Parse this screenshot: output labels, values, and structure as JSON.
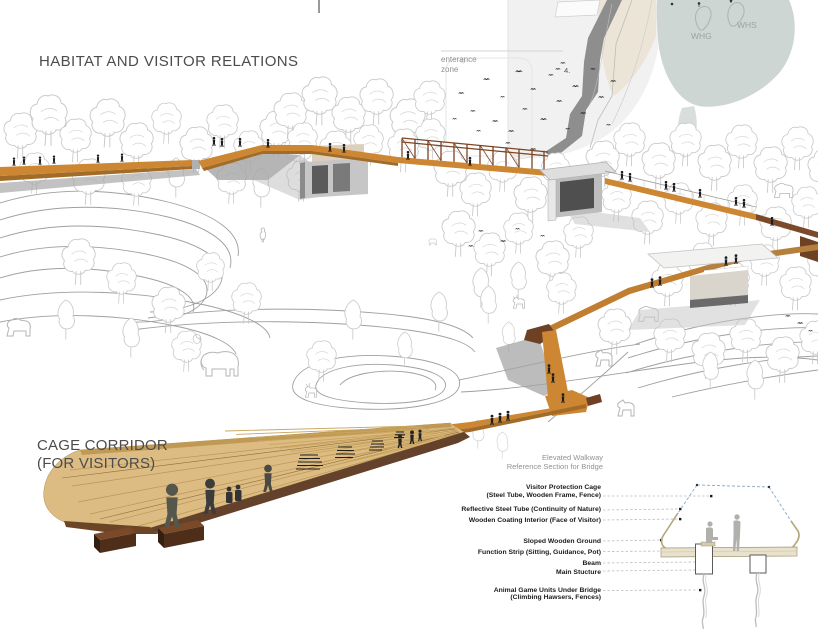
{
  "title": "HABITAT AND VISITOR RELATIONS",
  "cage_label": {
    "line1": "CAGE CORRIDOR",
    "line2": "(FOR VISITORS)"
  },
  "plan": {
    "entrance_line1": "enterance",
    "entrance_line2": "zone",
    "marker": "4.",
    "zone_left": "WHG",
    "zone_right": "WHS"
  },
  "section": {
    "heading1": "Elevated Walkway",
    "heading2": "Reference Section for Bridge",
    "labels": [
      {
        "main": "Visitor Protection Cage",
        "sub": "(Steel Tube, Wooden Frame, Fence)"
      },
      {
        "main": "Reflective Steel Tube (Continuity of Nature)"
      },
      {
        "main": "Wooden Coating Interior (Face of Visitor)"
      },
      {
        "main": "Sloped Wooden Ground"
      },
      {
        "main": "Function Strip (Sitting, Guidance, Pot)"
      },
      {
        "main": "Beam"
      },
      {
        "main": "Main Stucture"
      },
      {
        "main": "Animal Game Units Under Bridge",
        "sub": "(Climbing Hawsers, Fences)"
      }
    ]
  },
  "colors": {
    "walkway_orange": "#cd8733",
    "walkway_edge": "#a26c28",
    "corten_brown": "#6e4124",
    "wood_deck": "#dcbc82",
    "wood_dark": "#5f3c22",
    "tree_outline": "#c9c9c9",
    "contour_gray": "#8f8f8f",
    "sage_zone": "#cdd6d2",
    "beige_zone": "#eae2d2",
    "plan_gray": "#ededed",
    "road_gray": "#8e8e8e",
    "section_blue": "#8fb0cf",
    "section_tan": "#b3a678",
    "figure_gray": "#b2b0ad",
    "label_black": "#1b1b1b",
    "annotation_gray": "#8f8f8f"
  }
}
